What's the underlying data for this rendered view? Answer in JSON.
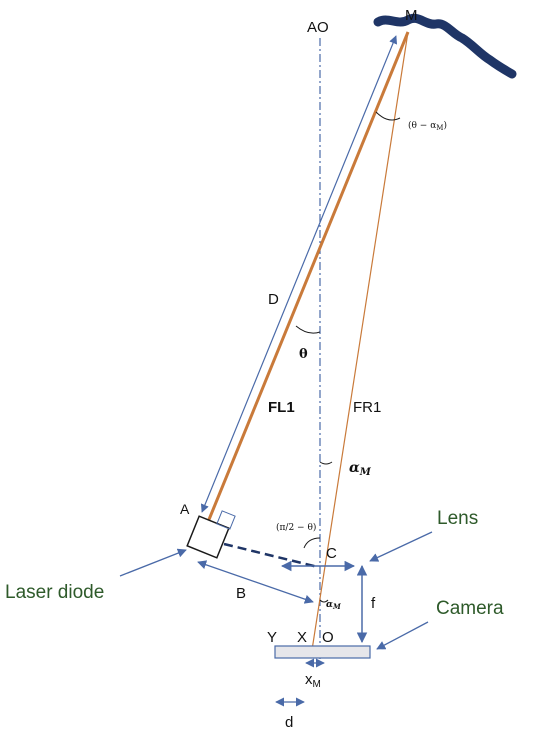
{
  "labels": {
    "ao": "AO",
    "m": "M",
    "theta_minus_alpha": "(θ − α",
    "theta_minus_alpha_sub": "M",
    "theta_minus_alpha_close": ")",
    "d_upper": "D",
    "theta": "θ",
    "fl1": "FL1",
    "fr1": "FR1",
    "alpha_m": "α",
    "alpha_m_sub": "M",
    "a": "A",
    "pi_over_2": "(π/2 − θ)",
    "c": "C",
    "lens": "Lens",
    "laser_diode": "Laser diode",
    "b": "B",
    "alpha_m_small": "α",
    "alpha_m_small_sub": "M",
    "f": "f",
    "camera": "Camera",
    "y": "Y",
    "x": "X",
    "o": "O",
    "xm": "x",
    "xm_sub": "M",
    "d_lower": "d"
  },
  "colors": {
    "orange": "#c97a3a",
    "blue": "#4a6aa8",
    "surface": "#1f3566",
    "green": "#2e5a2a",
    "camera_fill": "#e6e6ea"
  }
}
